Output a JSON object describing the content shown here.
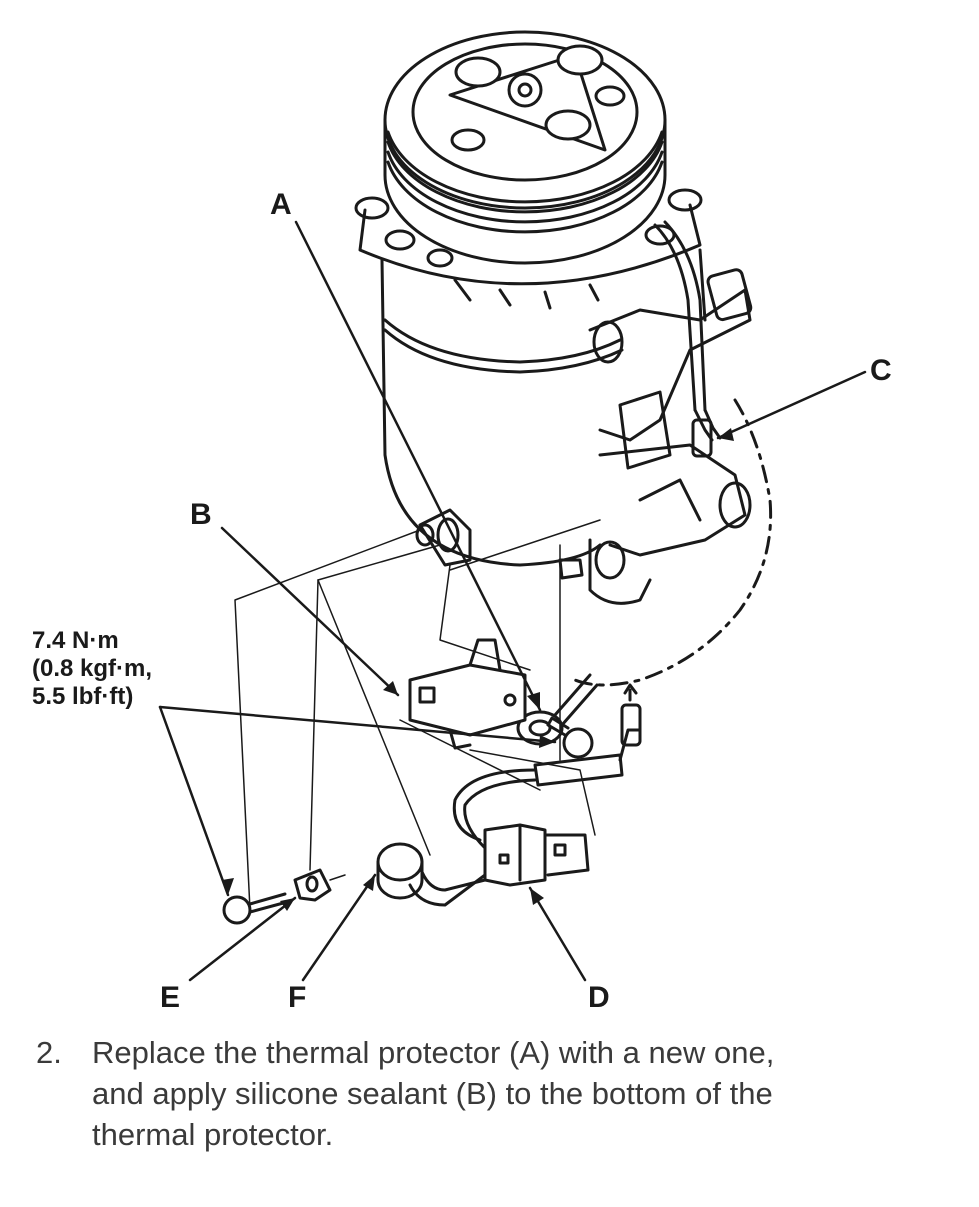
{
  "callouts": {
    "A": "A",
    "B": "B",
    "C": "C",
    "D": "D",
    "E": "E",
    "F": "F"
  },
  "torque_spec": {
    "line1": "7.4 N·m",
    "line2": "(0.8 kgf·m,",
    "line3": "5.5 lbf·ft)"
  },
  "instruction": {
    "number": "2.",
    "line1": "Replace the thermal protector (A) with a new one,",
    "line2": "and apply silicone sealant (B) to the bottom of the",
    "line3": "thermal protector."
  }
}
